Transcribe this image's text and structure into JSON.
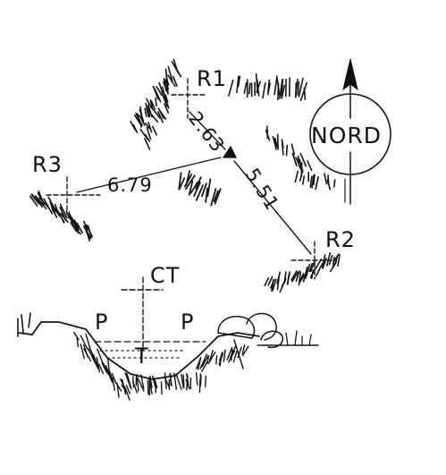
{
  "stations": {
    "r1": {
      "label": "R1"
    },
    "r2": {
      "label": "R2"
    },
    "r3": {
      "label": "R3"
    },
    "ct": {
      "label": "CT"
    }
  },
  "distances": {
    "r1_to_target": "2.63",
    "target_to_r2": "5.51",
    "r3_to_target": "6.79"
  },
  "compass": {
    "label": "NORD"
  },
  "section": {
    "left_marker": "P",
    "right_marker": "P",
    "center_marker": "T"
  }
}
